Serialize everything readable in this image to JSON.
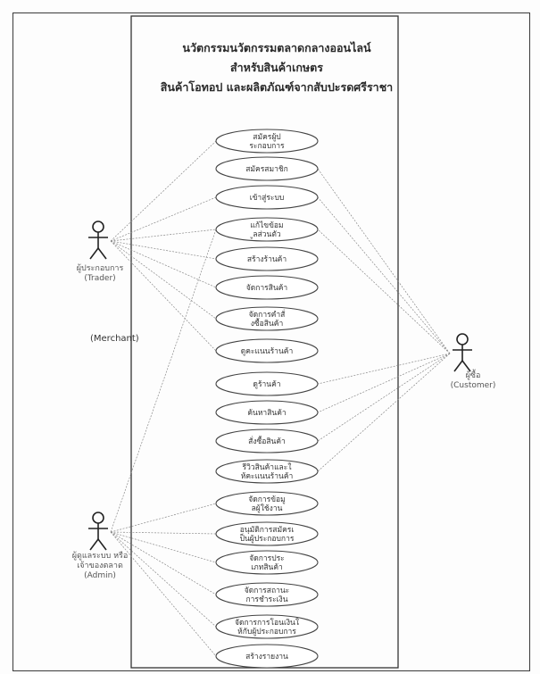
{
  "system": {
    "title_lines": [
      "นวัตกรรมนวัตกรรมตลาดกลางออนไลน์",
      "สำหรับสินค้าเกษตร",
      "สินค้าโอทอป และผลิตภัณฑ์จากสับปะรดศรีราชา"
    ]
  },
  "actors": {
    "trader": {
      "label": "ผู้ประกอบการ",
      "sub": "(Trader)"
    },
    "customer": {
      "label": "ผู้ซื้อ",
      "sub": "(Customer)"
    },
    "admin": {
      "label": "ผู้ดูแลระบบ หรือ",
      "label2": "เจ้าของตลาด",
      "sub": "(Admin)"
    },
    "merchant_note": "(Merchant)"
  },
  "use_cases": [
    "สมัครผู้ประกอบการ",
    "สมัครสมาชิก",
    "เข้าสู่ระบบ",
    "แก้ไขข้อมูลส่วนตัว",
    "สร้างร้านค้า",
    "จัดการสินค้า",
    "จัดการคำสั่งซื้อสินค้า",
    "ดูคะแนนร้านค้า",
    "ดูร้านค้า",
    "ค้นหาสินค้า",
    "สั่งซื้อสินค้า",
    "รีวิวสินค้าและให้คะแนนร้านค้า",
    "จัดการข้อมูลผู้ใช้งาน",
    "อนุมัติการสมัครเป็นผู้ประกอบการ",
    "จัดการประเภทสินค้า",
    "จัดการสถานะการชำระเงิน",
    "จัดการการโอนเงินให้กับผู้ประกอบการ",
    "สร้างรายงาน"
  ],
  "associations": {
    "trader": [
      0,
      2,
      3,
      4,
      5,
      6,
      7
    ],
    "customer": [
      1,
      2,
      3,
      8,
      9,
      10,
      11
    ],
    "admin": [
      3,
      12,
      13,
      14,
      15,
      16,
      17
    ]
  }
}
